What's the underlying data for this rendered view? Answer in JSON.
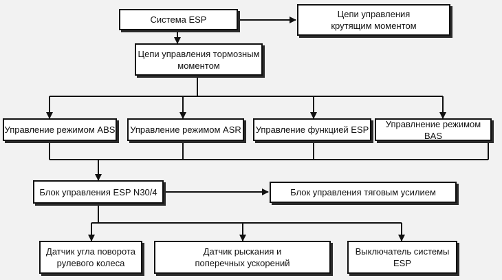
{
  "diagram": {
    "boxes": {
      "esp_system": "Система ESP",
      "torque_circuits": "Цепи управления\nкрутящим моментом",
      "brake_torque_circuits": "Цепи управления тормозным\nмоментом",
      "abs_mode": "Управление режимом ABS",
      "asr_mode": "Управление режимом ASR",
      "esp_function": "Управление функцией ESP",
      "bas_mode": "Управлнение режимом BAS",
      "esp_unit": "Блок управления ESP N30/4",
      "traction_unit": "Блок управления тяговым усилием",
      "steering_angle_sensor": "Датчик угла поворота\nрулевого колеса",
      "yaw_sensor": "Датчик рыскания и\nпоперечных ускорений",
      "esp_switch": "Выключатель системы\nESP"
    }
  }
}
